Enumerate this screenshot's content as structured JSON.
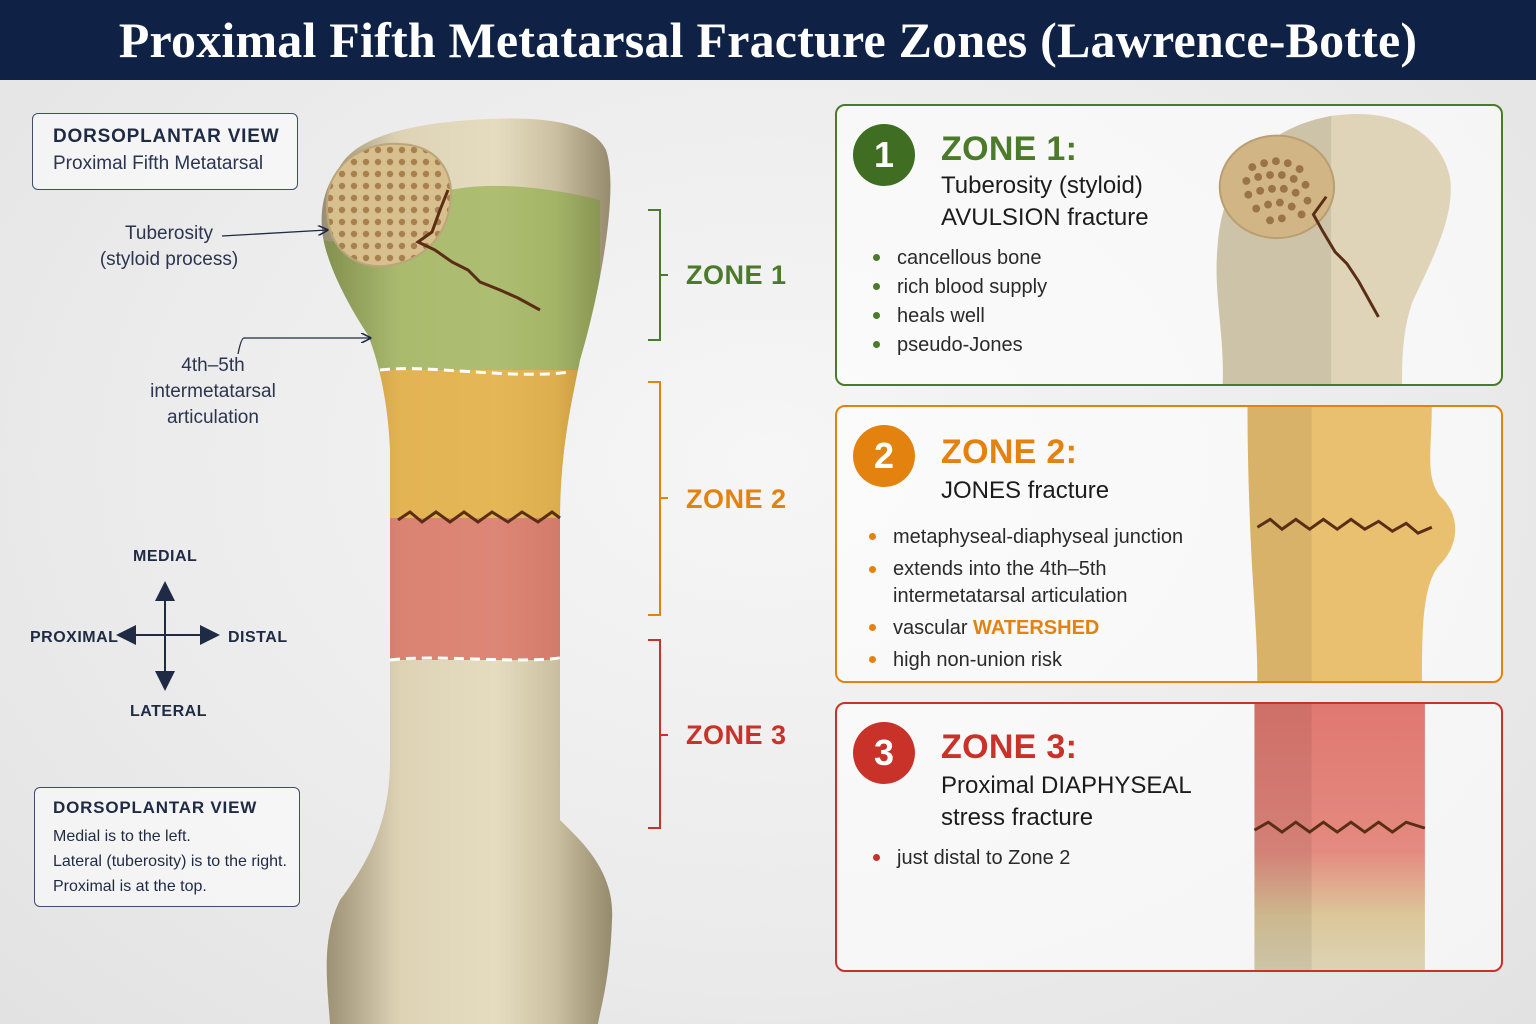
{
  "title": "Proximal Fifth Metatarsal Fracture Zones (Lawrence-Botte)",
  "top_box": {
    "heading": "DORSOPLANTAR VIEW",
    "subtitle": "Proximal Fifth Metatarsal"
  },
  "labels": {
    "tuberosity": [
      "Tuberosity",
      "(styloid process)"
    ],
    "articulation": [
      "4th–5th",
      "intermetatarsal",
      "articulation"
    ]
  },
  "compass": {
    "medial": "MEDIAL",
    "lateral": "LATERAL",
    "proximal": "PROXIMAL",
    "distal": "DISTAL"
  },
  "bottom_box": {
    "heading": "DORSOPLANTAR VIEW",
    "lines": [
      "Medial is to the left.",
      "Lateral (tuberosity) is to the right.",
      "Proximal is at the top."
    ]
  },
  "zone_tags": [
    "ZONE 1",
    "ZONE 2",
    "ZONE 3"
  ],
  "colors": {
    "header_bg": "#0f2245",
    "zone1": "#4a7a2a",
    "zone2": "#e3820e",
    "zone3": "#c83228",
    "text_dark": "#1f2a44"
  },
  "cards": [
    {
      "number": "1",
      "title": "ZONE 1:",
      "subtitle": [
        "Tuberosity (styloid)",
        "AVULSION fracture"
      ],
      "bullets": [
        "cancellous bone",
        "rich blood supply",
        "heals well",
        "pseudo-Jones"
      ]
    },
    {
      "number": "2",
      "title": "ZONE 2:",
      "subtitle": [
        "JONES fracture"
      ],
      "bullets": [
        "metaphyseal-diaphyseal junction",
        "extends into the 4th–5th",
        "intermetatarsal articulation",
        "vascular",
        "WATERSHED",
        "high non-union risk"
      ]
    },
    {
      "number": "3",
      "title": "ZONE 3:",
      "subtitle": [
        "Proximal DIAPHYSEAL",
        "stress fracture"
      ],
      "bullets": [
        "just distal to Zone 2"
      ]
    }
  ]
}
